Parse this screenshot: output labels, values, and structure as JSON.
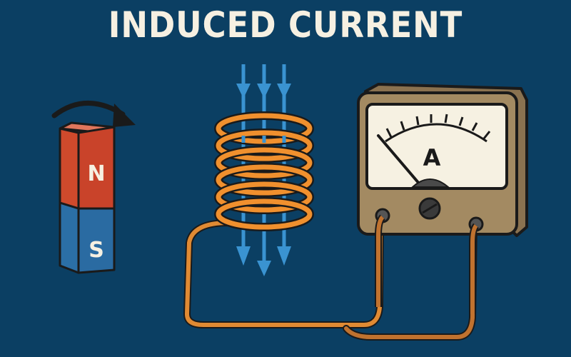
{
  "title": "INDUCED CURRENT",
  "magnet": {
    "north_label": "N",
    "south_label": "S",
    "north_color": "#cf4a2c",
    "south_color": "#2b6fa6",
    "motion_arrow": "curved-arrow-right"
  },
  "coil": {
    "turns": 6,
    "wire_color": "#f0902e"
  },
  "field_lines": {
    "count": 3,
    "direction": "down",
    "color": "#3a93d1"
  },
  "ammeter": {
    "dial_label": "A",
    "body_color": "#a38a62",
    "face_color": "#f6f1e2",
    "tick_count": 8
  },
  "colors": {
    "background": "#0b3f63",
    "title": "#f6f0e2",
    "outline": "#1a1a1a"
  }
}
